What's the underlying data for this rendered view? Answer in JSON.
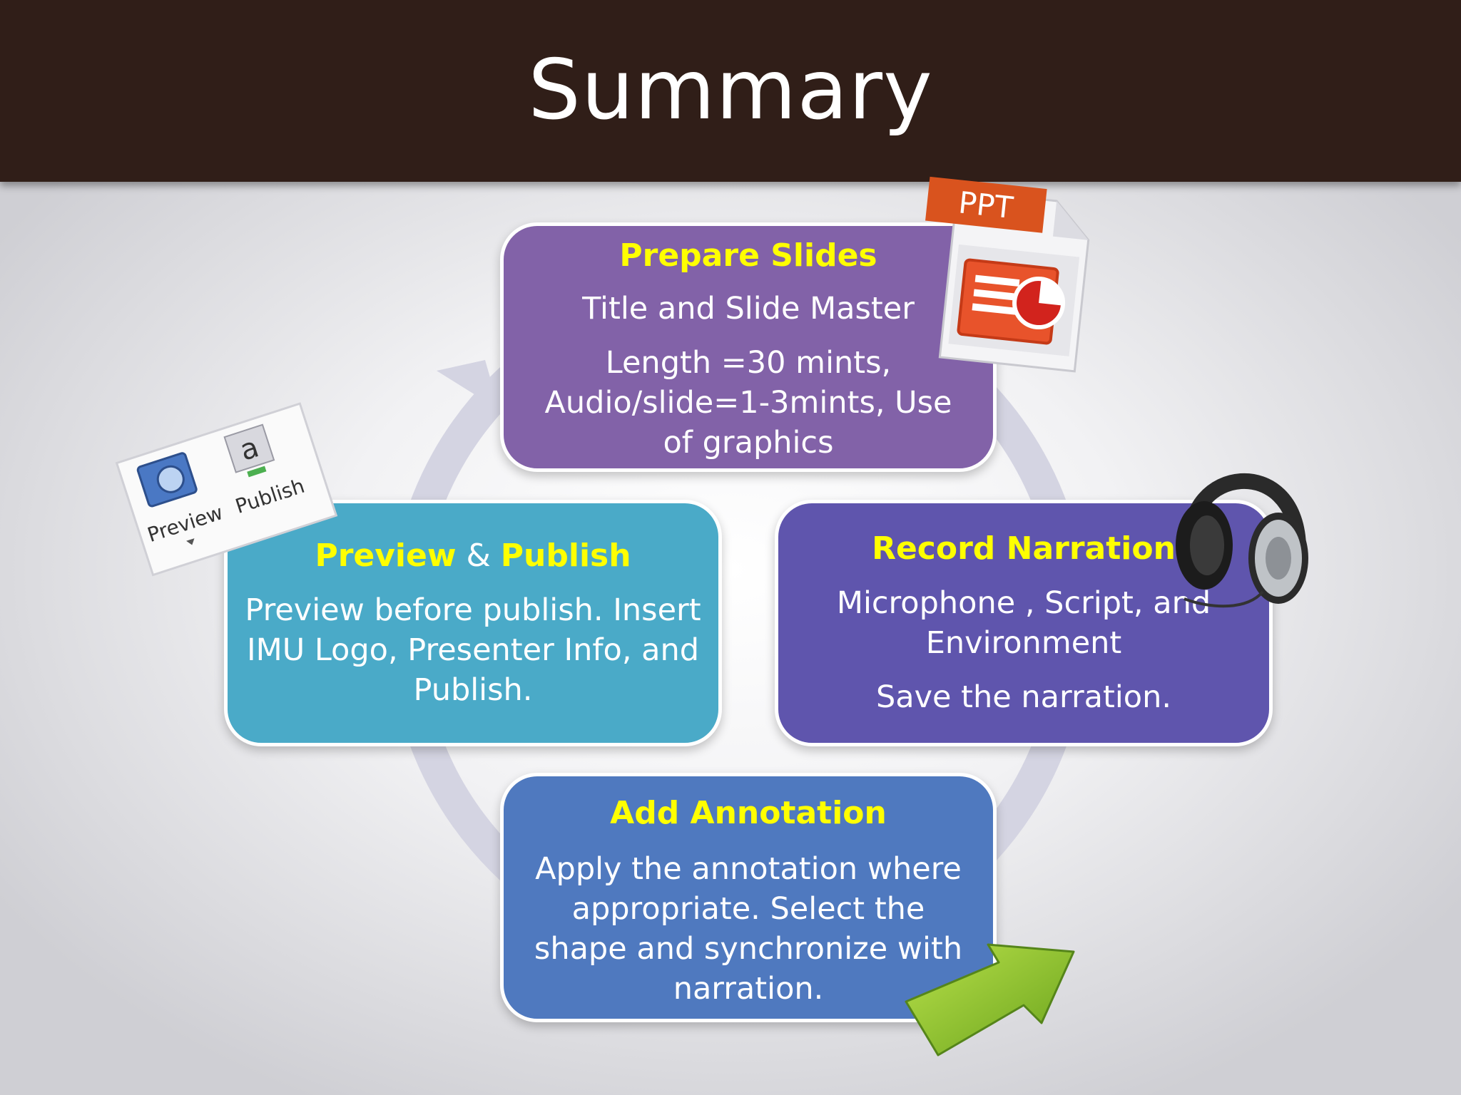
{
  "slide": {
    "title": "Summary"
  },
  "steps": {
    "prepare": {
      "title": "Prepare Slides",
      "line1": "Title and Slide Master",
      "line2": "Length =30 mints, Audio/slide=1-3mints, Use of graphics"
    },
    "record": {
      "title": "Record Narration",
      "line1": "Microphone , Script, and Environment",
      "line2": "Save the narration."
    },
    "preview": {
      "title_part1": "Preview",
      "title_amp": " & ",
      "title_part2": "Publish",
      "line1": "Preview before publish. Insert IMU Logo, Presenter Info, and Publish."
    },
    "annotation": {
      "title": "Add Annotation",
      "line1": "Apply the annotation where appropriate. Select the shape and  synchronize  with narration."
    }
  },
  "images": {
    "ppt_badge": "PPT",
    "toolbar_preview": "Preview",
    "toolbar_publish": "Publish",
    "toolbar_glyph": "a"
  },
  "colors": {
    "title_bar": "#301e18",
    "prepare": "#8262a8",
    "record": "#5f55ad",
    "preview": "#4aaac8",
    "annotation": "#4f79bf",
    "heading": "#ffff00",
    "ring": "#d4d4e2"
  },
  "icons": [
    "powerpoint-file-icon",
    "headphones-icon",
    "preview-publish-toolbar-icon",
    "green-arrow-icon",
    "cycle-arrow-icon"
  ]
}
